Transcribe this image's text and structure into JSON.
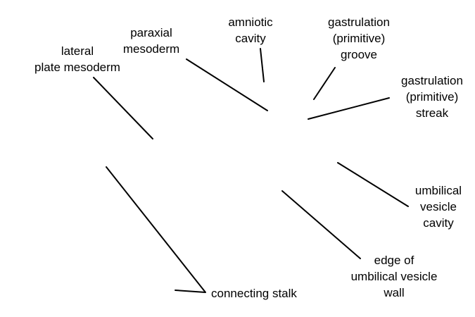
{
  "labels": {
    "lateral_plate_mesoderm": [
      "lateral",
      "plate mesoderm"
    ],
    "paraxial_mesoderm": [
      "paraxial",
      "mesoderm"
    ],
    "amniotic_cavity": [
      "amniotic",
      "cavity"
    ],
    "gastrulation_groove": [
      "gastrulation",
      "(primitive)",
      "groove"
    ],
    "gastrulation_streak": [
      "gastrulation",
      "(primitive)",
      "streak"
    ],
    "umbilical_vesicle_cavity": [
      "umbilical",
      "vesicle",
      "cavity"
    ],
    "edge_umbilical_vesicle_wall": [
      "edge of",
      "umbilical vesicle",
      "wall"
    ],
    "connecting_stalk": [
      "connecting stalk"
    ]
  },
  "colors": {
    "line": "#000000",
    "text": "#000000",
    "background": "#ffffff"
  }
}
